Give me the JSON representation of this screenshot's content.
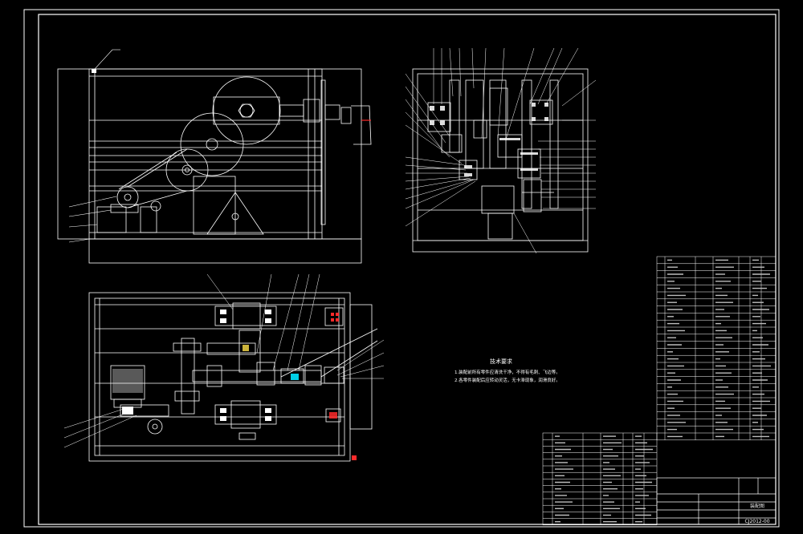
{
  "colors": {
    "background": "#000000",
    "line": "#ffffff",
    "line_dim": "#c8c8c8",
    "accent_red": "#ff2a2a",
    "accent_cyan": "#00e5ff",
    "accent_yellow": "#ffe14a"
  },
  "title_block": {
    "code": "CJ2012-00",
    "name_placeholder": "装配图"
  },
  "technical_notes": {
    "title": "技术要求",
    "lines": [
      "1.装配前所有零件应清洗干净，不得有毛刺、飞边等。",
      "2.各零件装配后应转动灵活，无卡滞现象，润滑良好。"
    ]
  }
}
